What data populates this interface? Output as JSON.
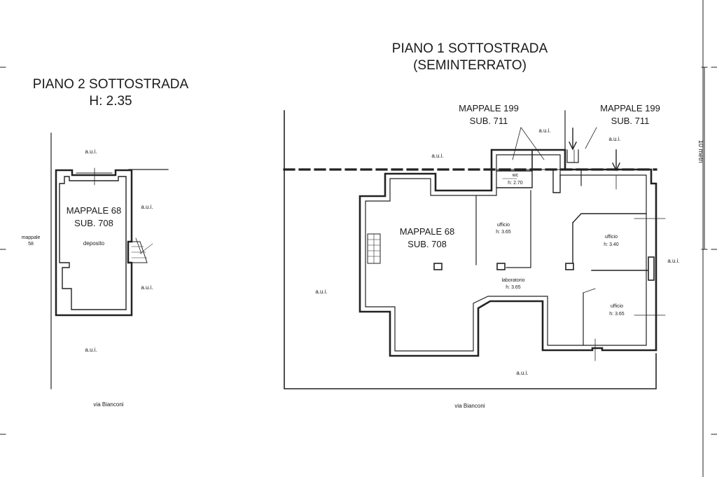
{
  "left_plan": {
    "title": "PIANO 2 SOTTOSTRADA",
    "height": "H: 2.35",
    "mappale": "MAPPALE 68",
    "sub": "SUB. 708",
    "room": "deposito",
    "aui_top": "a.u.i.",
    "aui_right_top": "a.u.i.",
    "aui_right_bottom": "a.u.i.",
    "aui_bottom": "a.u.i.",
    "mappale_side": "mappale",
    "mappale_side_num": "58",
    "street": "via Bianconi"
  },
  "right_plan": {
    "title": "PIANO 1 SOTTOSTRADA",
    "subtitle": "(SEMINTERRATO)",
    "mappale": "MAPPALE 68",
    "sub": "SUB. 708",
    "mappale199_a": "MAPPALE 199",
    "sub711_a": "SUB. 711",
    "mappale199_b": "MAPPALE 199",
    "sub711_b": "SUB. 711",
    "aui_1": "a.u.i.",
    "aui_2": "a.u.i.",
    "aui_3": "a.u.i.",
    "aui_left": "a.u.i.",
    "aui_right": "a.u.i.",
    "aui_bottom": "a.u.i.",
    "wc": "wc",
    "wc_h": "h: 2.70",
    "ufficio1": "ufficio",
    "ufficio1_h": "h: 3.65",
    "ufficio2": "ufficio",
    "ufficio2_h": "h: 3.40",
    "laboratorio": "laboratorio",
    "laboratorio_h": "h: 3.65",
    "ufficio3": "ufficio",
    "ufficio3_h": "h: 3.65",
    "street": "via Bianconi"
  },
  "scale_text": "10 metri"
}
